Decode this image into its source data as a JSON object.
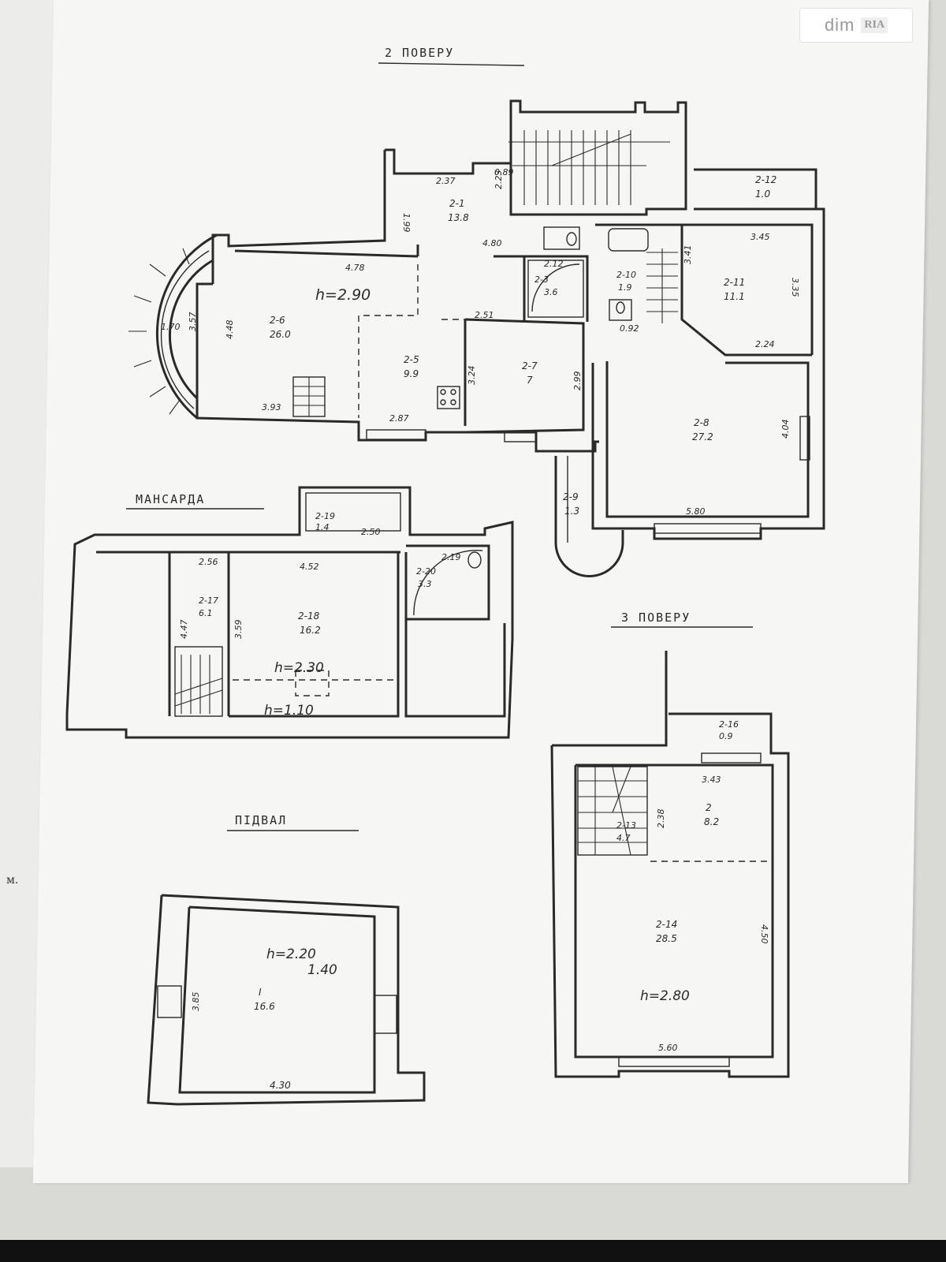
{
  "watermark": {
    "dim": "dim",
    "ria": "RIA"
  },
  "margin_mark": "м.",
  "headings": {
    "floor2": "2 ПОВЕРУ",
    "attic": "МАНСАРДА",
    "floor3": "3 ПОВЕРУ",
    "basement": "ПІДВАЛ"
  },
  "floor2": {
    "ceiling_height": "h=2.90",
    "rooms": [
      {
        "id": "2-1",
        "area": "13.8"
      },
      {
        "id": "2-6",
        "area": "26.0"
      },
      {
        "id": "2-5",
        "area": "9.9"
      },
      {
        "id": "2-7",
        "area": "7"
      },
      {
        "id": "2-3",
        "area": "3.6"
      },
      {
        "id": "2-10",
        "area": "1.9"
      },
      {
        "id": "2-11",
        "area": "11.1"
      },
      {
        "id": "2-8",
        "area": "27.2"
      },
      {
        "id": "2-9",
        "area": "1.3"
      },
      {
        "id": "2-12",
        "area": "1.0"
      }
    ],
    "dims": [
      "2.37",
      "1.99",
      "0.89",
      "2.23",
      "4.80",
      "4.78",
      "1.70",
      "3.57",
      "4.48",
      "3.93",
      "2.87",
      "2.51",
      "2.12",
      "3.24",
      "2.99",
      "0.92",
      "3.45",
      "3.35",
      "3.41",
      "2.24",
      "5.80",
      "4.04"
    ]
  },
  "attic": {
    "ceiling_heights": [
      "h=2.30",
      "h=1.10"
    ],
    "rooms": [
      {
        "id": "2-18",
        "area": "16.2"
      },
      {
        "id": "2-17",
        "area": "6.1"
      },
      {
        "id": "2-19",
        "area": "1.4"
      },
      {
        "id": "2-20",
        "area": "3.3"
      }
    ],
    "dims": [
      "2.50",
      "4.52",
      "2.19",
      "2.56",
      "4.47",
      "3.59"
    ]
  },
  "floor3": {
    "ceiling_height": "h=2.80",
    "rooms": [
      {
        "id": "2-16",
        "area": "0.9"
      },
      {
        "id": "2",
        "area": "8.2"
      },
      {
        "id": "2-13",
        "area": "4.7"
      },
      {
        "id": "2-14",
        "area": "28.5"
      }
    ],
    "dims": [
      "3.43",
      "2.38",
      "4.50",
      "5.60"
    ]
  },
  "basement": {
    "ceiling_heights": [
      "h=2.20",
      "1.40"
    ],
    "rooms": [
      {
        "id": "I",
        "area": "16.6"
      }
    ],
    "dims": [
      "3.85",
      "4.30"
    ]
  },
  "icons": [
    "stair-icon",
    "toilet-icon",
    "bathtub-icon",
    "shower-icon",
    "sink-icon",
    "stove-icon",
    "window-icon"
  ]
}
